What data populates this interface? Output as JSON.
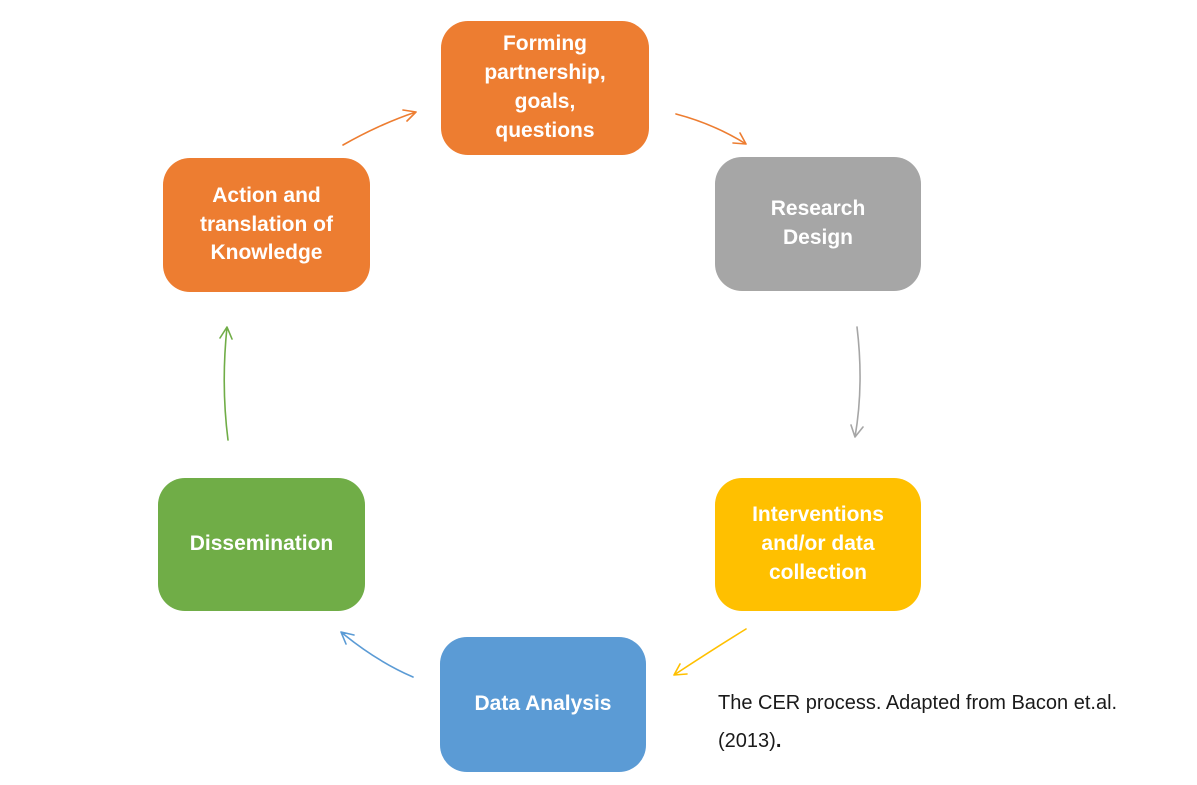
{
  "diagram": {
    "type": "cycle",
    "background_color": "#ffffff",
    "nodes": [
      {
        "id": "forming-partnership",
        "label": [
          "Forming",
          "partnership,",
          "goals,",
          "questions"
        ],
        "color": "#ED7D31",
        "text_color": "#ffffff"
      },
      {
        "id": "research-design",
        "label": [
          "Research",
          "Design"
        ],
        "color": "#A6A6A6",
        "text_color": "#ffffff"
      },
      {
        "id": "interventions-data-collection",
        "label": [
          "Interventions",
          "and/or data",
          "collection"
        ],
        "color": "#FFC000",
        "text_color": "#ffffff"
      },
      {
        "id": "data-analysis",
        "label": [
          "Data Analysis"
        ],
        "color": "#5B9BD5",
        "text_color": "#ffffff"
      },
      {
        "id": "dissemination",
        "label": [
          "Dissemination"
        ],
        "color": "#70AD47",
        "text_color": "#ffffff"
      },
      {
        "id": "action-translation-knowledge",
        "label": [
          "Action and",
          "translation of",
          "Knowledge"
        ],
        "color": "#ED7D31",
        "text_color": "#ffffff"
      }
    ],
    "arrows": [
      {
        "from": "action-translation-knowledge",
        "to": "forming-partnership",
        "color": "#ED7D31"
      },
      {
        "from": "forming-partnership",
        "to": "research-design",
        "color": "#ED7D31"
      },
      {
        "from": "research-design",
        "to": "interventions-data-collection",
        "color": "#A6A6A6"
      },
      {
        "from": "interventions-data-collection",
        "to": "data-analysis",
        "color": "#FFC000"
      },
      {
        "from": "data-analysis",
        "to": "dissemination",
        "color": "#5B9BD5"
      },
      {
        "from": "dissemination",
        "to": "action-translation-knowledge",
        "color": "#70AD47"
      }
    ],
    "caption": {
      "line1": "The CER process. Adapted from Bacon et.al.",
      "line2": "(2013)",
      "line2_suffix": "."
    }
  }
}
